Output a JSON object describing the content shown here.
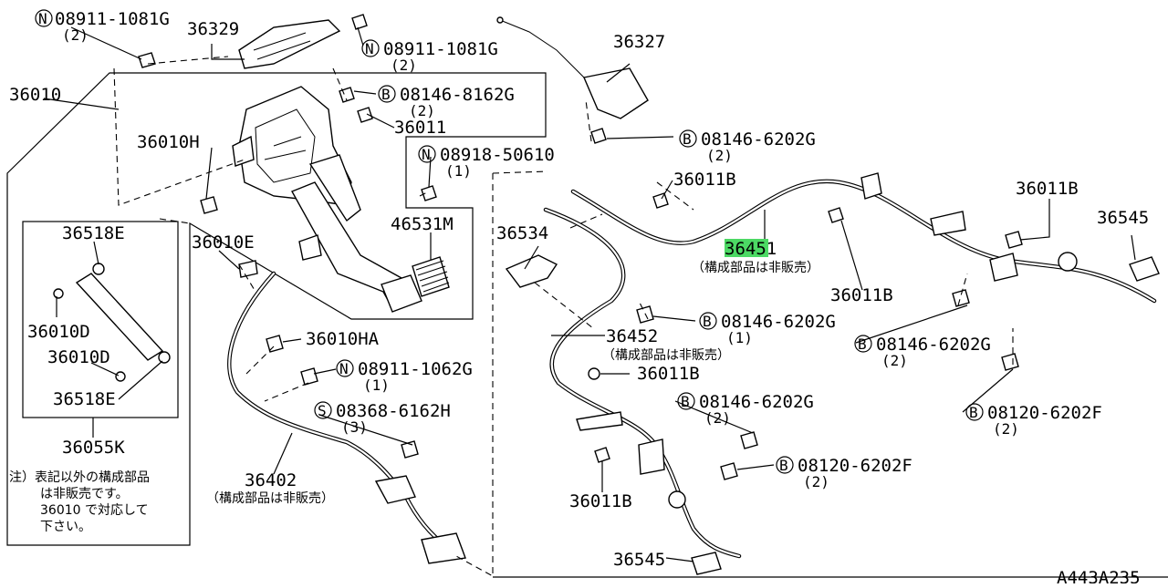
{
  "diagram_id": "A443A235",
  "parts": {
    "p36010": "36010",
    "p36329": "36329",
    "p36010H": "36010H",
    "p36011": "36011",
    "p46531M": "46531M",
    "p36518E_top": "36518E",
    "p36010D_a": "36010D",
    "p36010D_b": "36010D",
    "p36518E_bot": "36518E",
    "p36055K": "36055K",
    "p36010E": "36010E",
    "p36010HA": "36010HA",
    "p36402": "36402",
    "p36402_note": "（構成部品は非販売）",
    "p36327": "36327",
    "p36011B_a": "36011B",
    "p36011B_b": "36011B",
    "p36011B_c": "36011B",
    "p36011B_d": "36011B",
    "p36011B_e": "36011B",
    "p36534": "36534",
    "p36451": "36451",
    "p36451_note": "（構成部品は非販売）",
    "p36452": "36452",
    "p36452_note": "（構成部品は非販売）",
    "p36545_a": "36545",
    "p36545_b": "36545"
  },
  "fasteners": {
    "f1": {
      "prefix": "N",
      "number": "08911-1081G",
      "qty": "(2)"
    },
    "f2": {
      "prefix": "N",
      "number": "08911-1081G",
      "qty": "(2)"
    },
    "f3": {
      "prefix": "B",
      "number": "08146-8162G",
      "qty": "(2)"
    },
    "f4": {
      "prefix": "N",
      "number": "08918-50610",
      "qty": "(1)"
    },
    "f5": {
      "prefix": "N",
      "number": "08911-1062G",
      "qty": "(1)"
    },
    "f6": {
      "prefix": "S",
      "number": "08368-6162H",
      "qty": "(3)"
    },
    "f7": {
      "prefix": "B",
      "number": "08146-6202G",
      "qty": "(2)"
    },
    "f8": {
      "prefix": "B",
      "number": "08146-6202G",
      "qty": "(1)"
    },
    "f9": {
      "prefix": "B",
      "number": "08146-6202G",
      "qty": "(2)"
    },
    "f10": {
      "prefix": "B",
      "number": "08146-6202G",
      "qty": "(2)"
    },
    "f11": {
      "prefix": "B",
      "number": "08120-6202F",
      "qty": "(2)"
    },
    "f12": {
      "prefix": "B",
      "number": "08120-6202F",
      "qty": "(2)"
    }
  },
  "note": {
    "line1": "注）表記以外の構成部品",
    "line2": "は非販売です。",
    "line3": "36010 で対応して",
    "line4": "下さい。"
  },
  "highlight_color": "#4cd964"
}
